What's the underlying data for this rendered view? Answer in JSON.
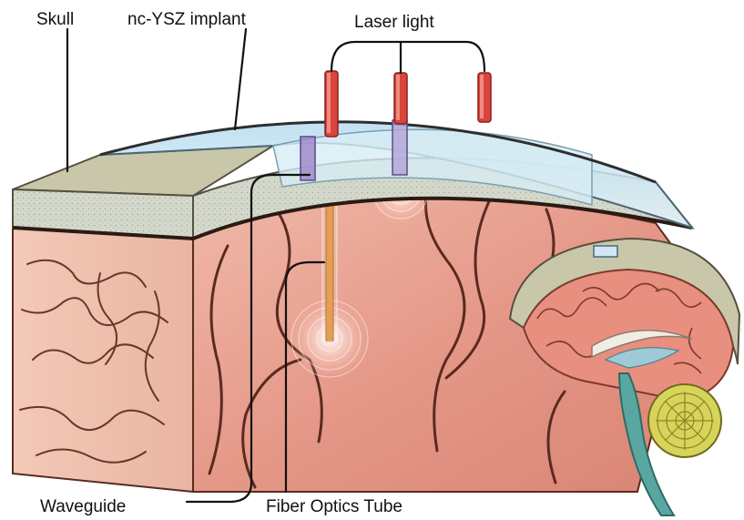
{
  "labels": {
    "skull": "Skull",
    "implant": "nc-YSZ implant",
    "laser": "Laser light",
    "waveguide": "Waveguide",
    "fiber": "Fiber Optics Tube"
  },
  "icons": {
    "brain_inset": "sagittal-brain-icon",
    "laser_emitter": "laser-probe-icon"
  },
  "colors": {
    "skull_top": "#c9c7a9",
    "skull_side": "#d8dcd0",
    "implant": "#cfe6f3",
    "brain_tissue": "#e9a596",
    "sulcus": "#5a2b20",
    "laser_probe": "#d9453c",
    "waveguide": "#9b86c6",
    "fiber": "#e08a2a",
    "cerebellum": "#d8d35a",
    "brainstem": "#5aa6a0"
  }
}
